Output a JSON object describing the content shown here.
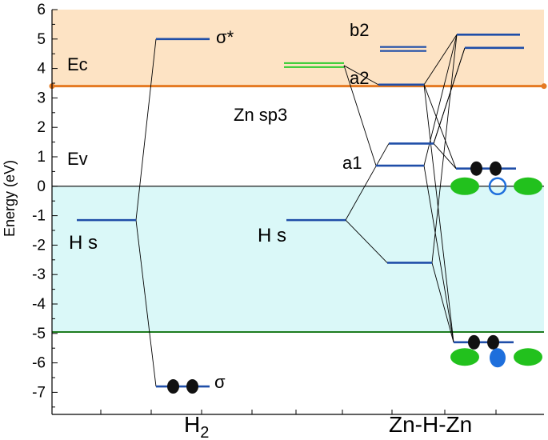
{
  "chart_data": {
    "type": "energy-level-diagram",
    "title": "",
    "ylabel": "Energy (eV)",
    "ylim": [
      -7.6,
      6
    ],
    "y_ticks": [
      6,
      5,
      4,
      3,
      2,
      1,
      0,
      -1,
      -2,
      -3,
      -4,
      -5,
      -6,
      -7
    ],
    "x_categories": [
      "H2",
      "Zn-H-Zn"
    ],
    "grid": false,
    "bands": {
      "conduction_band_edge": {
        "label": "Ec",
        "energy": 3.4,
        "fill_color": "#fde3c4",
        "line_color": "#e57a22"
      },
      "valence_band_edge": {
        "label": "Ev",
        "energy": 0,
        "line_color": "#000000"
      },
      "valence_band_bottom": {
        "energy": -4.95,
        "fill_color": "#daf8f8",
        "line_color": "#1e7d20"
      }
    },
    "levels": [
      {
        "group": "H2",
        "name": "H s",
        "energy": -1.15
      },
      {
        "group": "H2",
        "name": "σ*",
        "energy": 5.0
      },
      {
        "group": "H2",
        "name": "σ",
        "energy": -6.8,
        "electrons": 2
      },
      {
        "group": "Zn-H-Zn",
        "name": "Zn sp3",
        "energy": 4.1
      },
      {
        "group": "Zn-H-Zn",
        "name": "H s",
        "energy": -1.15
      },
      {
        "group": "Zn-H-Zn",
        "name": "b2",
        "energy": 4.65
      },
      {
        "group": "Zn-H-Zn",
        "name": "a2",
        "energy": 3.45
      },
      {
        "group": "Zn-H-Zn",
        "name": "a1",
        "energy": 0.7
      },
      {
        "group": "Zn-H-Zn",
        "name": "",
        "energy": 1.45
      },
      {
        "group": "Zn-H-Zn",
        "name": "",
        "energy": -2.6
      },
      {
        "group": "Zn-H-Zn",
        "name": "",
        "energy": 5.15
      },
      {
        "group": "Zn-H-Zn",
        "name": "",
        "energy": 4.7
      },
      {
        "group": "Zn-H-Zn",
        "name": "",
        "energy": 0.6,
        "electrons": 2
      },
      {
        "group": "Zn-H-Zn",
        "name": "",
        "energy": -5.3,
        "electrons": 2
      }
    ],
    "text_labels": {
      "ec": "Ec",
      "ev": "Ev",
      "hs_left": "H s",
      "hs_right": "H s",
      "zn_sp3": "Zn sp3",
      "sigma_star": "σ*",
      "sigma": "σ",
      "b2": "b2",
      "a2": "a2",
      "a1": "a1",
      "x_h2_main": "H",
      "x_h2_sub": "2",
      "x_znhzn": "Zn-H-Zn"
    },
    "colors": {
      "level": "#1f4ea8",
      "zn_sp3": "#2ecb2e",
      "electron": "#111111",
      "orbital_lobe": "#22c11d",
      "orbital_blue": "#1e6fdc",
      "connector": "#000000"
    }
  }
}
